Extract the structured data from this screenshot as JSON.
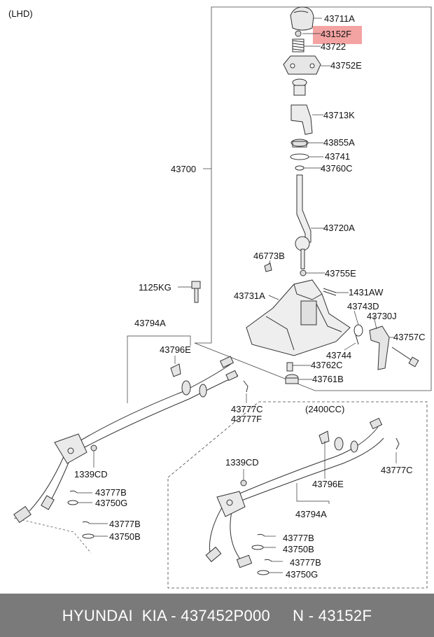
{
  "region_tag": "(LHD)",
  "variant_label": "(2400CC)",
  "highlight_color": "#f4a3a3",
  "part_labels": {
    "p43711A": "43711A",
    "p43152F": "43152F",
    "p43722": "43722",
    "p43752E": "43752E",
    "p43713K": "43713K",
    "p43855A": "43855A",
    "p43741": "43741",
    "p43760C": "43760C",
    "p43700": "43700",
    "p43720A": "43720A",
    "p46773B": "46773B",
    "p43755E": "43755E",
    "p1125KG": "1125KG",
    "p1431AW": "1431AW",
    "p43731A": "43731A",
    "p43743D": "43743D",
    "p43794A": "43794A",
    "p43730J": "43730J",
    "p43757C": "43757C",
    "p43796E": "43796E",
    "p43744": "43744",
    "p43762C": "43762C",
    "p43761B": "43761B",
    "p43777C": "43777C",
    "p43777F": "43777F",
    "p1339CD": "1339CD",
    "p43777B": "43777B",
    "p43750G": "43750G",
    "p43777B_2": "43777B",
    "p43750B": "43750B",
    "p1339CD_2": "1339CD",
    "p43777C_2": "43777C",
    "p43796E_2": "43796E",
    "p43794A_2": "43794A",
    "p43777B_3": "43777B",
    "p43750B_2": "43750B",
    "p43777B_4": "43777B",
    "p43750G_2": "43750G"
  },
  "footer": {
    "text": "HYUNDAI  KIA - 437452P000     N - 43152F"
  }
}
